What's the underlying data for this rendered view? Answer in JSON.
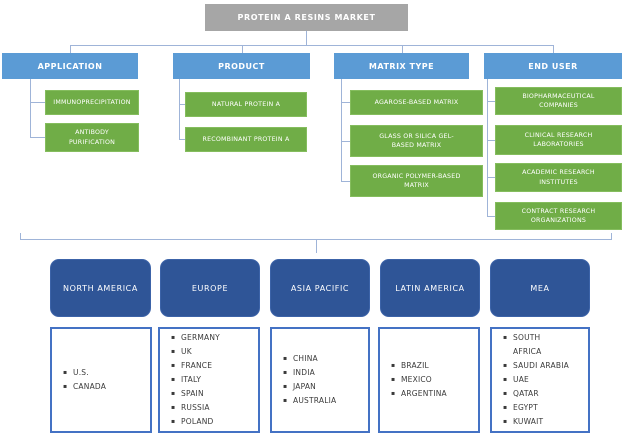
{
  "title": "PROTEIN A RESINS MARKET",
  "colors": {
    "root_gray": "#a6a6a6",
    "segment_blue": "#5b9bd5",
    "child_green": "#70ad47",
    "region_dark_blue": "#2f5597",
    "country_box_border": "#4472c4",
    "connector": "#9fb4d8"
  },
  "segments": [
    {
      "label": "APPLICATION",
      "children": [
        "IMMUNOPRECIPITATION",
        "ANTIBODY\nPURIFICATION"
      ]
    },
    {
      "label": "PRODUCT",
      "children": [
        "NATURAL PROTEIN A",
        "RECOMBINANT PROTEIN A"
      ]
    },
    {
      "label": "MATRIX TYPE",
      "children": [
        "AGAROSE-BASED MATRIX",
        "GLASS OR SILICA GEL-\nBASED MATRIX",
        "ORGANIC POLYMER-BASED\nMATRIX"
      ]
    },
    {
      "label": "END USER",
      "children": [
        "BIOPHARMACEUTICAL\nCOMPANIES",
        "CLINICAL RESEARCH\nLABORATORIES",
        "ACADEMIC RESEARCH\nINSTITUTES",
        "CONTRACT RESEARCH\nORGANIZATIONS"
      ]
    }
  ],
  "regions": [
    {
      "label": "NORTH AMERICA",
      "countries": [
        "U.S.",
        "CANADA"
      ]
    },
    {
      "label": "EUROPE",
      "countries": [
        "GERMANY",
        "UK",
        "FRANCE",
        "ITALY",
        "SPAIN",
        "RUSSIA",
        "POLAND"
      ]
    },
    {
      "label": "ASIA PACIFIC",
      "countries": [
        "CHINA",
        "INDIA",
        "JAPAN",
        "AUSTRALIA"
      ]
    },
    {
      "label": "LATIN AMERICA",
      "countries": [
        "BRAZIL",
        "MEXICO",
        "ARGENTINA"
      ]
    },
    {
      "label": "MEA",
      "countries": [
        "SOUTH\nAFRICA",
        "SAUDI ARABIA",
        "UAE",
        "QATAR",
        "EGYPT",
        "KUWAIT"
      ]
    }
  ]
}
